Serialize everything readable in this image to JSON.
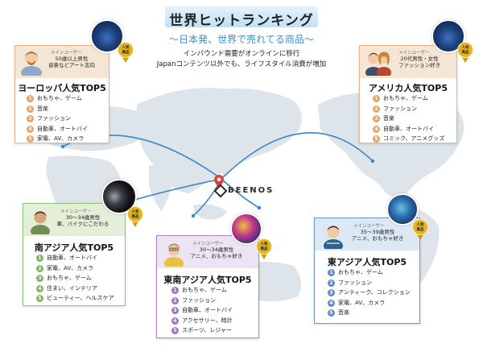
{
  "header": {
    "title": "世界ヒットランキング",
    "subtitle": "〜日本発、世界で売れてる商品〜",
    "lead1": "インバウンド需要がオンラインに移行",
    "lead2": "Japanコンテンツ以外でも、ライフスタイル消費が増加"
  },
  "brand": {
    "name": "BEENOS"
  },
  "badge_label": "人気\n商品",
  "cards": {
    "europe": {
      "user_tag": "メインユーザー",
      "user_desc": "50歳以上男性\n音楽などアート志向",
      "heading": "ヨーロッパ人気TOP5",
      "items": [
        "おもちゃ、ゲーム",
        "音楽",
        "ファッション",
        "自動車、オートバイ",
        "家電、AV、カメラ"
      ],
      "accent": "#e8b48a",
      "cap": "#f4e5d4"
    },
    "america": {
      "user_tag": "メインユーザー",
      "user_desc": "20代男性・女性\nファッション好き",
      "heading": "アメリカ人気TOP5",
      "items": [
        "おもちゃ、ゲーム",
        "ファッション",
        "音楽",
        "自動車、オートバイ",
        "コミック、アニメグッズ"
      ],
      "accent": "#e8b48a",
      "cap": "#f4e5d4"
    },
    "south_asia": {
      "user_tag": "メインユーザー",
      "user_desc": "30〜34歳男性\n車、バイクにこだわる",
      "heading": "南アジア人気TOP5",
      "items": [
        "自動車、オートバイ",
        "家電、AV、カメラ",
        "おもちゃ、ゲーム",
        "住まい、インテリア",
        "ビューティー、ヘルスケア"
      ],
      "accent": "#8fc27a",
      "cap": "#e3efd8"
    },
    "southeast_asia": {
      "user_tag": "メインユーザー",
      "user_desc": "30〜34歳男性\nアニメ、おもちゃ好き",
      "heading": "東南アジア人気TOP5",
      "items": [
        "おもちゃ、ゲーム",
        "ファッション",
        "自動車、オートバイ",
        "アクセサリー、時計",
        "スポーツ、レジャー"
      ],
      "accent": "#a986c7",
      "cap": "#ece3f3"
    },
    "east_asia": {
      "user_tag": "メインユーザー",
      "user_desc": "35〜39歳男性\nアニメ、おもちゃ好き",
      "heading": "東アジア人気TOP5",
      "items": [
        "おもちゃ、ゲーム",
        "ファッション",
        "アンティーク、コレクション",
        "家電、AV、カメラ",
        "音楽"
      ],
      "accent": "#6f97cf",
      "cap": "#dde8f5"
    }
  }
}
